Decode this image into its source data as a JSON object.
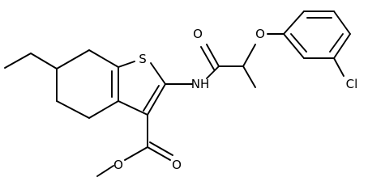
{
  "molecule": {
    "atoms": {
      "sulfur": "S",
      "amide_nitrogen": "NH",
      "amide_oxygen": "O",
      "ether_oxygen": "O",
      "chlorine": "Cl",
      "ester_carbonyl_oxygen": "O",
      "ester_alkoxy_oxygen": "O"
    }
  }
}
